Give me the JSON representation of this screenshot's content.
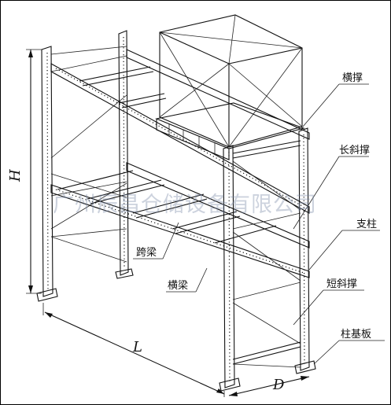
{
  "labels": {
    "crossbar": "横撑",
    "long_diagonal": "长斜撑",
    "upright": "支柱",
    "span_beam": "跨梁",
    "beam": "横梁",
    "short_diagonal": "短斜撑",
    "base_plate": "柱基板"
  },
  "dimensions": {
    "height": "H",
    "length": "L",
    "depth": "D"
  },
  "watermark": "广州辰昌仓储设备有限公司"
}
